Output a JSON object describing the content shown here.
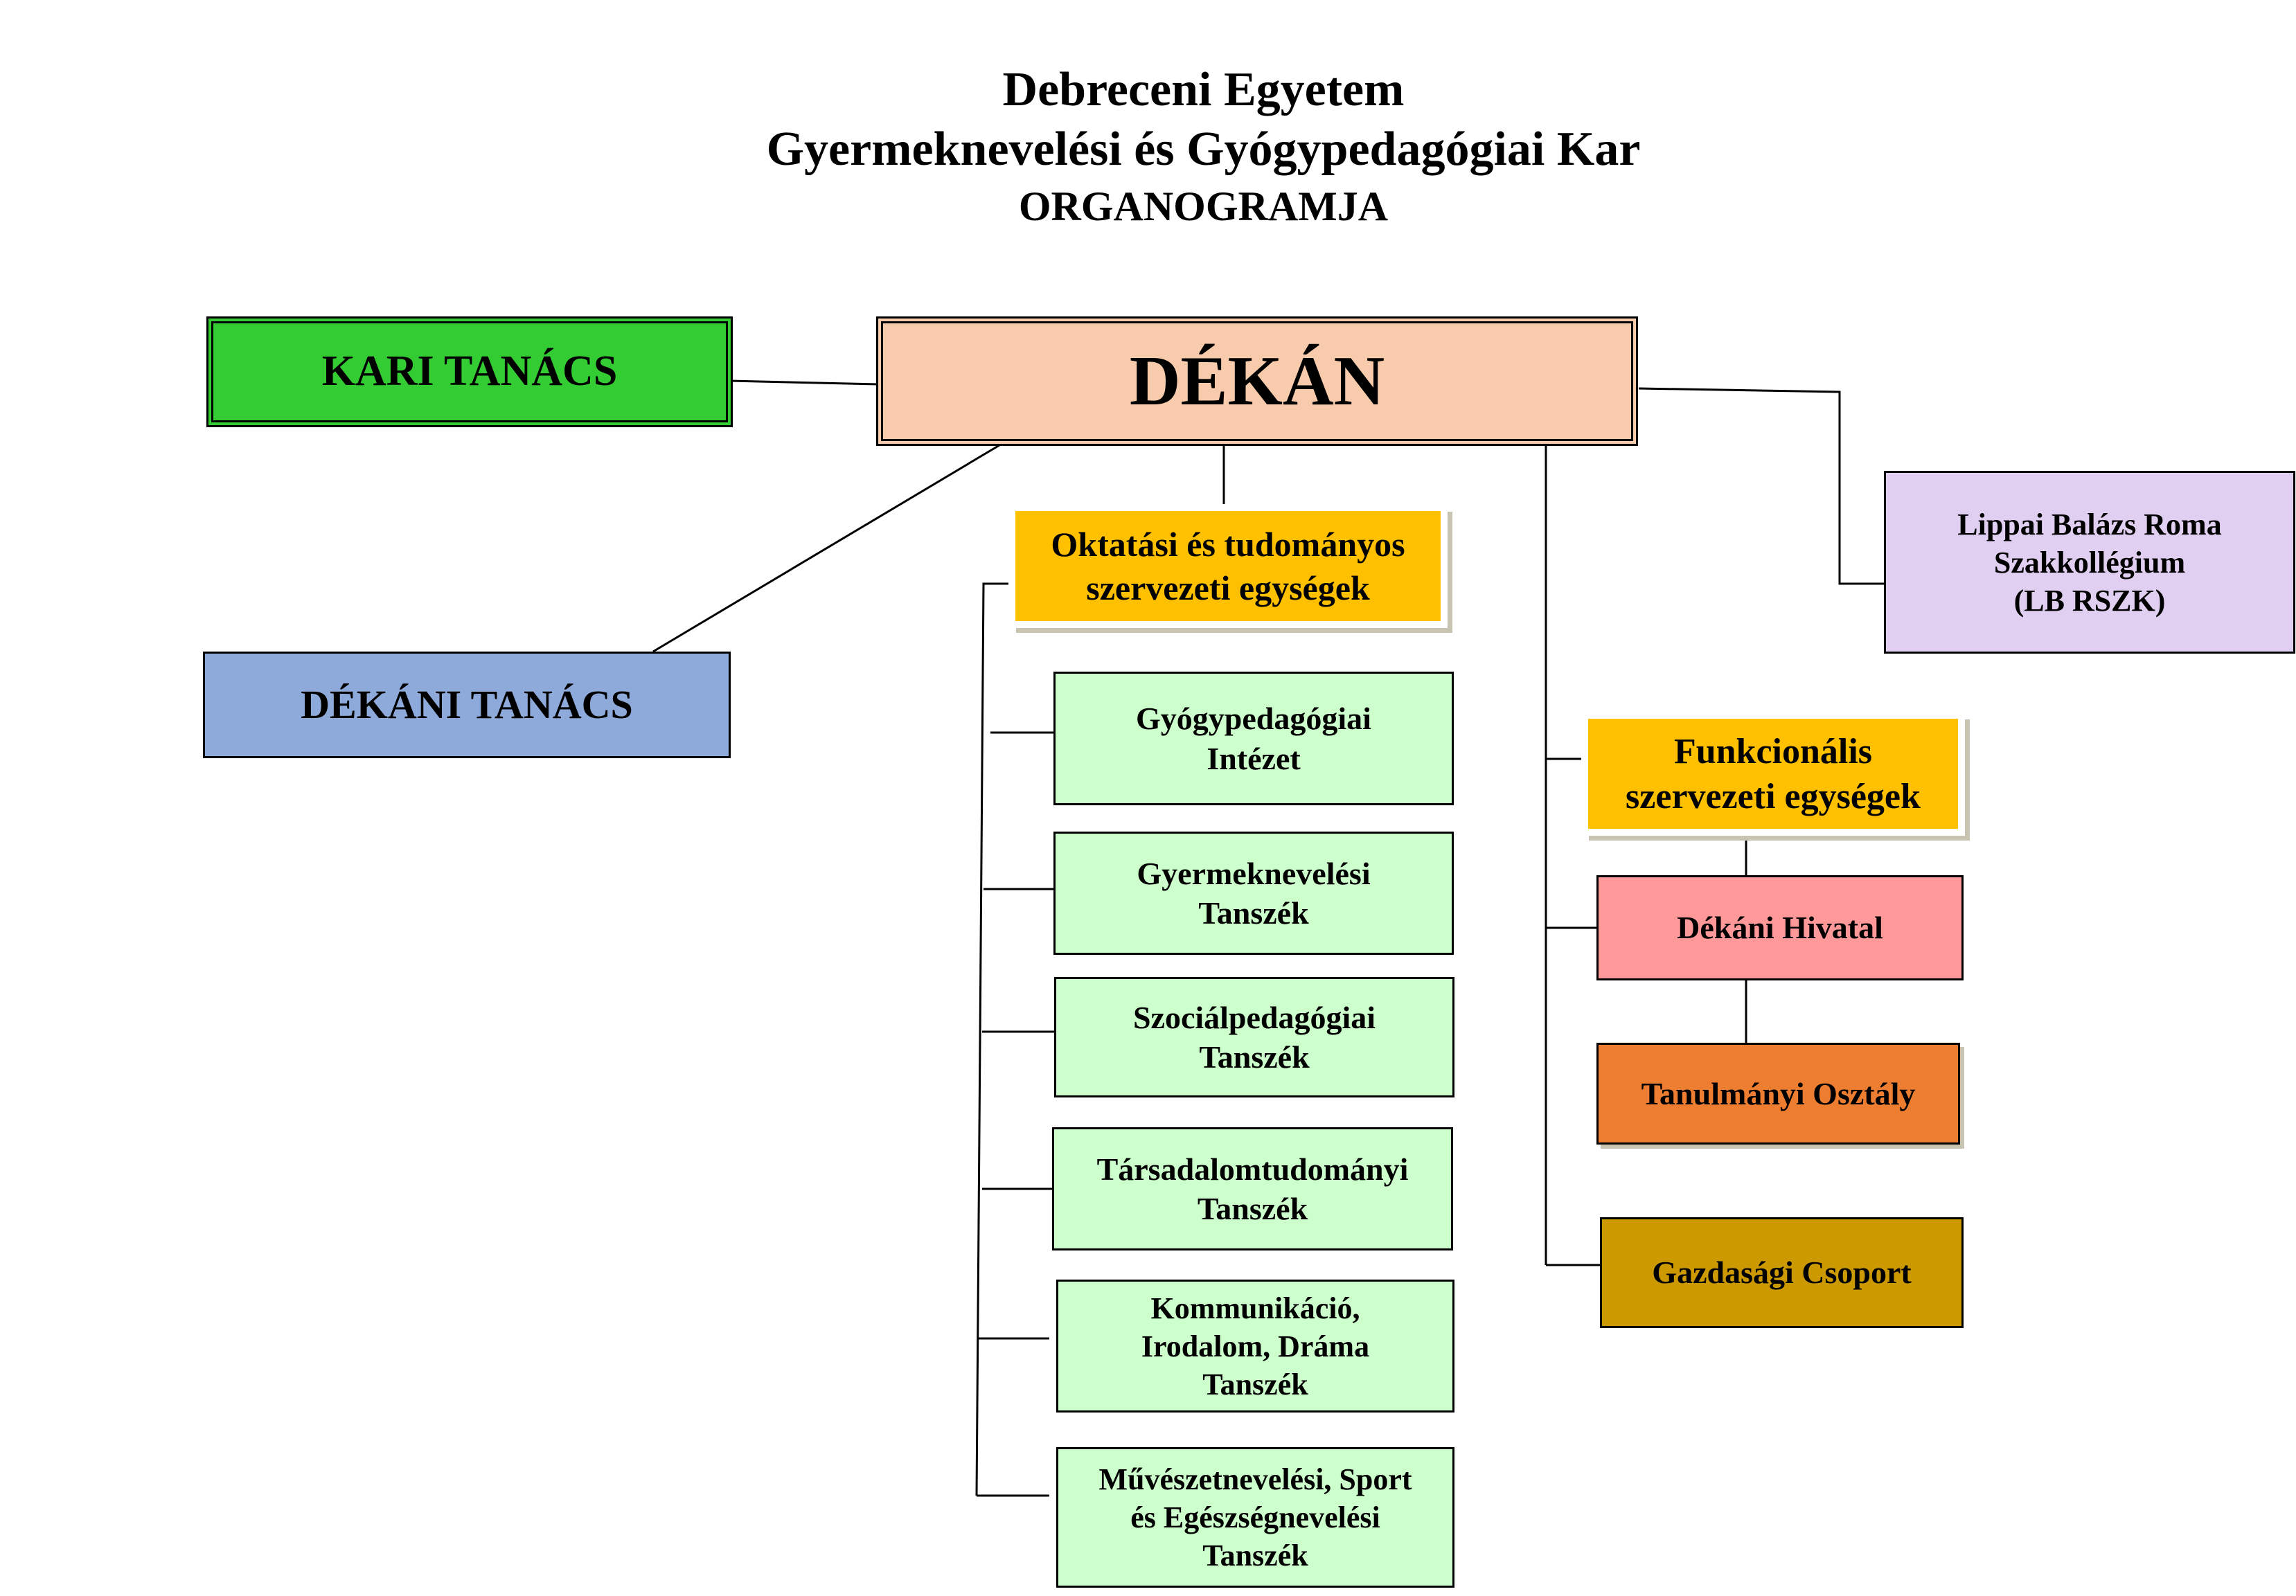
{
  "header": {
    "line1": "Debreceni Egyetem",
    "line2": "Gyermeknevelési és Gyógypedagógiai Kar",
    "line3": "ORGANOGRAMJA"
  },
  "colors": {
    "kari": "#33cc33",
    "dekan": "#f7cbac",
    "dekani_tanacs": "#8eaadb",
    "lippai": "#e0cff0",
    "unit_header": "#ffc000",
    "department": "#ccffcc",
    "dekani_hivatal": "#ff9999",
    "tanulmanyi": "#ed7d31",
    "gazdasagi": "#cc9900"
  },
  "nodes": {
    "kari_tanacs": "KARI TANÁCS",
    "dekan": "DÉKÁN",
    "dekani_tanacs": "DÉKÁNI TANÁCS",
    "lippai": [
      "Lippai Balázs Roma",
      "Szakkollégium",
      "(LB RSZK)"
    ],
    "oktatasi": [
      "Oktatási és tudományos",
      "szervezeti egységek"
    ],
    "funkcionalis": [
      "Funkcionális",
      "szervezeti egységek"
    ],
    "dekani_hivatal": "Dékáni Hivatal",
    "tanulmanyi": "Tanulmányi Osztály",
    "gazdasagi": "Gazdasági Csoport"
  },
  "departments": [
    [
      "Gyógypedagógiai",
      "Intézet"
    ],
    [
      "Gyermeknevelési",
      "Tanszék"
    ],
    [
      "Szociálpedagógiai",
      "Tanszék"
    ],
    [
      "Társadalomtudományi",
      "Tanszék"
    ],
    [
      "Kommunikáció,",
      "Irodalom, Dráma",
      "Tanszék"
    ],
    [
      "Művészetnevelési, Sport",
      "és Egészségnevelési",
      "Tanszék"
    ]
  ]
}
